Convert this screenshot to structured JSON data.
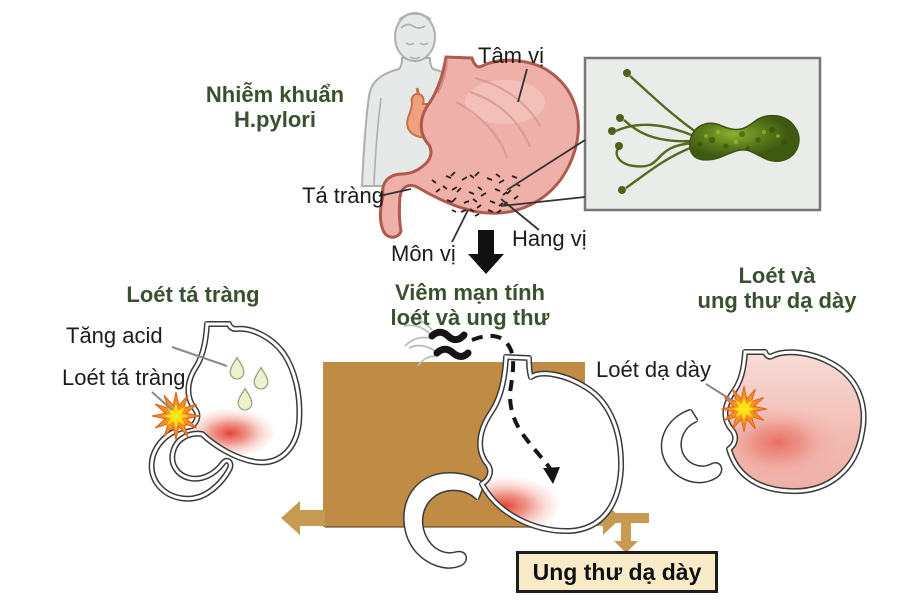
{
  "diagram": {
    "type": "medical-illustration",
    "topic": "H. pylori infection of the stomach and its outcomes",
    "language": "Vietnamese",
    "top_section": {
      "infection_heading": "Nhiễm khuẩn\nH.pylori",
      "stomach_labels": {
        "cardia": "Tâm vị",
        "duodenum": "Tá tràng",
        "pylorus": "Môn vị",
        "antrum": "Hang vị"
      },
      "bacterium_icon": "h-pylori-bacterium"
    },
    "middle_section": {
      "chronic_heading": "Viêm mạn tính\nloét và ung thư"
    },
    "left_branch": {
      "heading": "Loét tá tràng",
      "acid_label": "Tăng acid",
      "ulcer_label": "Loét tá tràng"
    },
    "right_branch": {
      "heading": "Loét và\nung thư dạ dày",
      "ulcer_label": "Loét dạ dày"
    },
    "bottom": {
      "cancer_box_label": "Ung thư dạ dày"
    },
    "colors": {
      "heading_green": "#3a512f",
      "label_black": "#1c1c1c",
      "spread_box_brown": "#bf8b45",
      "arrow_tan": "#c79a52",
      "cancer_box_bg": "#f8ebc8",
      "stomach_pink": "#eeb0a9",
      "bacterium_green": "#4e6b1d",
      "ulcer_orange": "#f6921e",
      "ulcer_yellow": "#ffe11c",
      "inflammation_red": "#e02e1f"
    }
  }
}
